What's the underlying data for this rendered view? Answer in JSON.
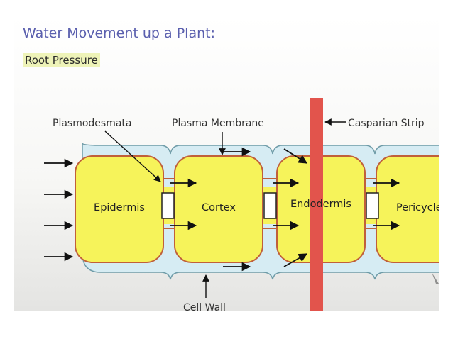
{
  "title": "Water Movement up a Plant:",
  "subtitle": "Root Pressure",
  "labels": {
    "plasmodesmata": "Plasmodesmata",
    "plasma_membrane": "Plasma Membrane",
    "casparian_strip": "Casparian Strip",
    "cell_wall": "Cell Wall"
  },
  "cells": {
    "epidermis": "Epidermis",
    "cortex": "Cortex",
    "endodermis": "Endodermis",
    "pericycle": "Pericycle"
  },
  "colors": {
    "cell_fill": "#f6f35a",
    "membrane": "#c0603a",
    "wall_fill": "#d6ecf3",
    "wall_stroke": "#6f9ca8",
    "casparian": "#e2544c",
    "arrow": "#111111"
  }
}
